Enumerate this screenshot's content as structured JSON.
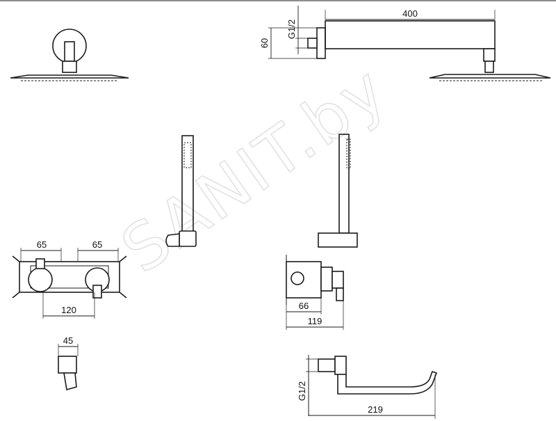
{
  "watermark": "SANIT.by",
  "dimensions": {
    "head_arm_length": "400",
    "head_thread": "G1/2",
    "head_height": "60",
    "mixer_left_spacing": "65",
    "mixer_right_spacing": "65",
    "mixer_center_distance": "120",
    "handle_depth": "45",
    "box_depth": "66",
    "box_total_depth": "119",
    "spout_thread": "G1/2",
    "spout_length": "219"
  }
}
